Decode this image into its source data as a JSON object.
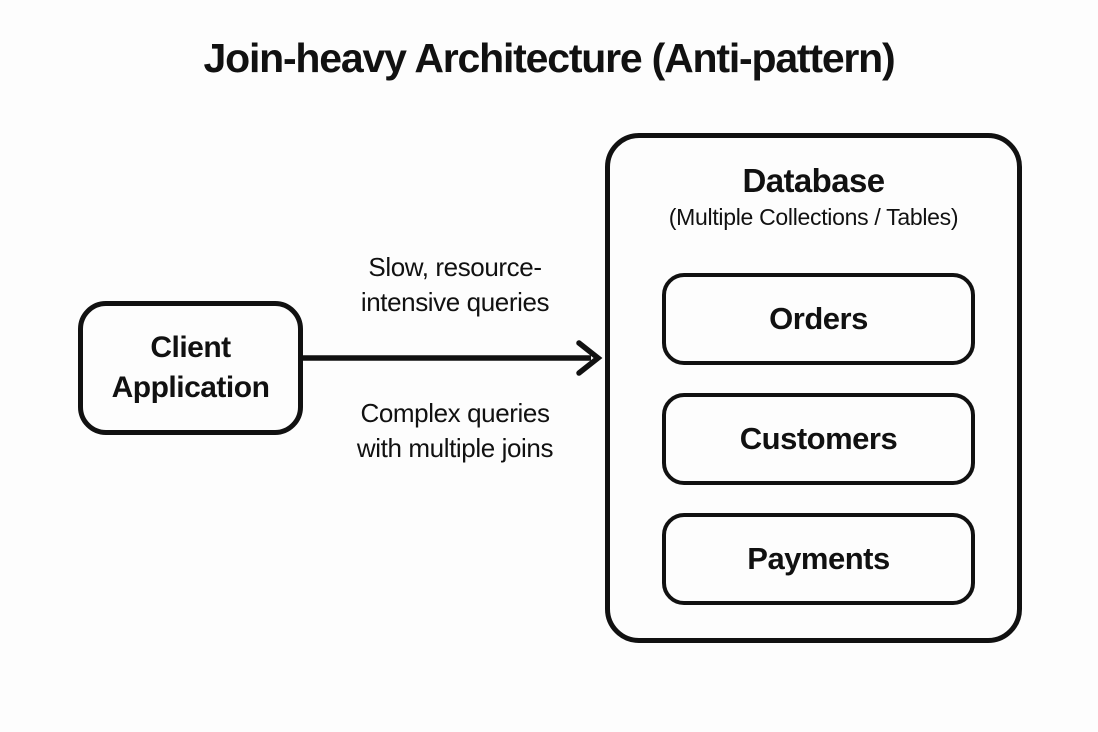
{
  "colors": {
    "background": "#fdfdfd",
    "ink": "#111111"
  },
  "title": "Join-heavy Architecture (Anti-pattern)",
  "client": {
    "lines": [
      "Client",
      "Application"
    ]
  },
  "arrow": {
    "top_label_lines": [
      "Slow, resource-",
      "intensive queries"
    ],
    "bottom_label_lines": [
      "Complex queries",
      "with multiple joins"
    ]
  },
  "database": {
    "title": "Database",
    "subtitle": "(Multiple Collections / Tables)",
    "tables": [
      {
        "label": "Orders"
      },
      {
        "label": "Customers"
      },
      {
        "label": "Payments"
      }
    ]
  }
}
